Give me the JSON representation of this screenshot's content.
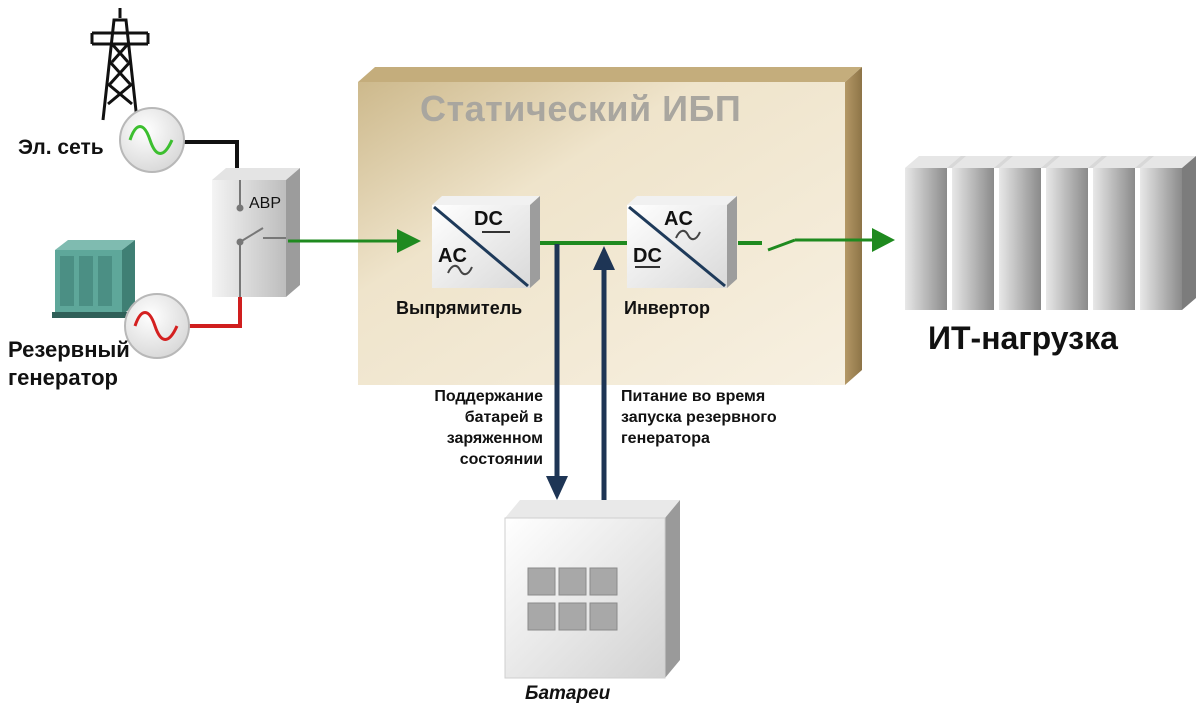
{
  "title": "Статический ИБП",
  "sources": {
    "grid_label": "Эл. сеть",
    "generator_label_line1": "Резервный",
    "generator_label_line2": "генератор"
  },
  "switch": {
    "label": "АВР"
  },
  "rectifier": {
    "top": "DC",
    "bottom": "AC",
    "label": "Выпрямитель"
  },
  "inverter": {
    "top": "AC",
    "bottom": "DC",
    "label": "Инвертор"
  },
  "load": {
    "label": "ИТ-нагрузка"
  },
  "battery": {
    "label": "Батареи"
  },
  "flows": {
    "charge": [
      "Поддержание",
      "батарей в",
      "заряженном",
      "состоянии"
    ],
    "discharge": [
      "Питание во время",
      "запуска резервного",
      "генератора"
    ]
  },
  "colors": {
    "power_line": "#1f8a1f",
    "battery_line": "#1e3555",
    "grid_wave": "#3cbf2f",
    "generator_wave": "#d42020",
    "ups_box": "#e9dcc1"
  }
}
